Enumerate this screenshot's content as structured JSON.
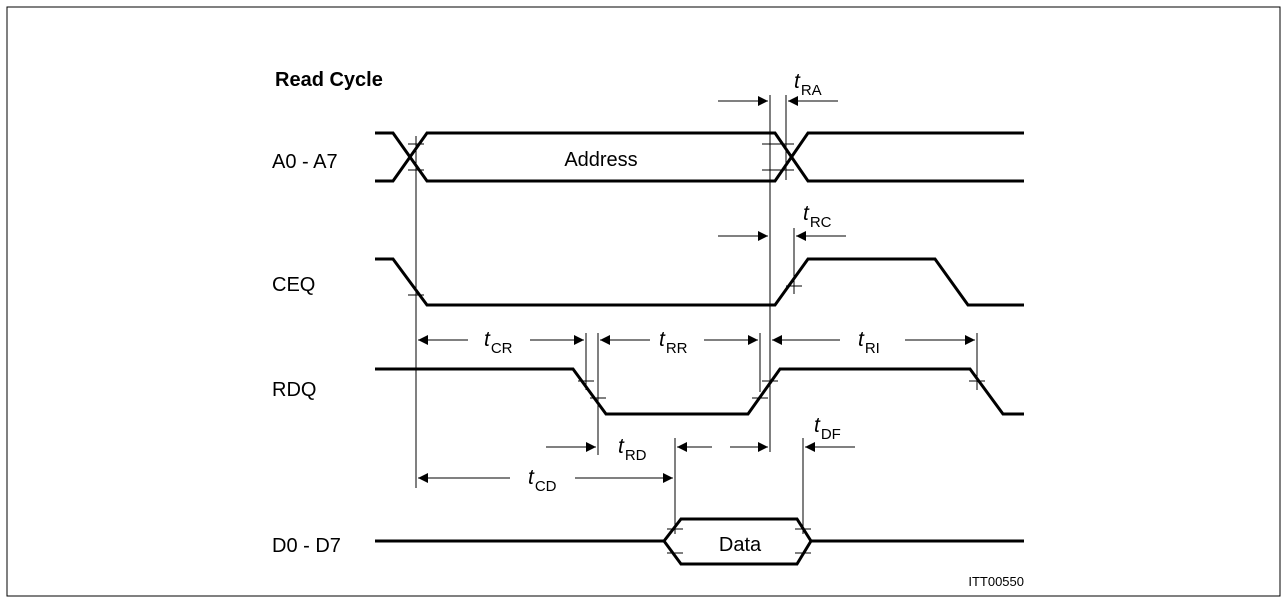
{
  "title": "Read Cycle",
  "signals": {
    "address_bus": "A0 - A7",
    "chip_enable": "CEQ",
    "read": "RDQ",
    "data_bus": "D0 - D7"
  },
  "bus_labels": {
    "address": "Address",
    "data": "Data"
  },
  "timing": {
    "t_ra": {
      "t": "t",
      "sub": "RA"
    },
    "t_rc": {
      "t": "t",
      "sub": "RC"
    },
    "t_cr": {
      "t": "t",
      "sub": "CR"
    },
    "t_rr": {
      "t": "t",
      "sub": "RR"
    },
    "t_ri": {
      "t": "t",
      "sub": "RI"
    },
    "t_rd": {
      "t": "t",
      "sub": "RD"
    },
    "t_df": {
      "t": "t",
      "sub": "DF"
    },
    "t_cd": {
      "t": "t",
      "sub": "CD"
    }
  },
  "figure_code": "ITT00550"
}
